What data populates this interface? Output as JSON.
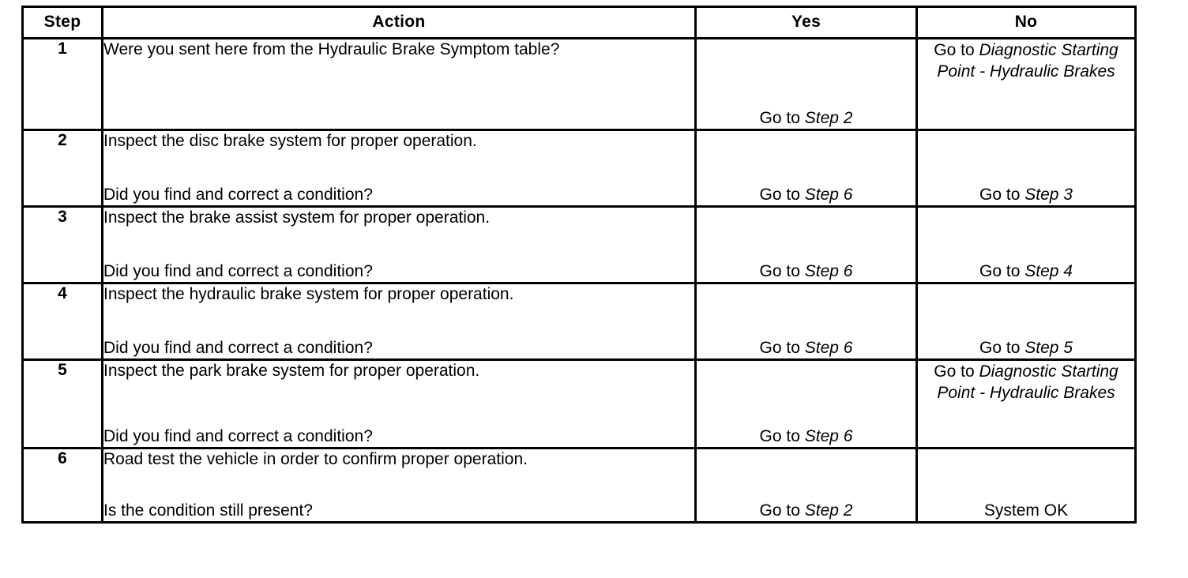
{
  "table": {
    "headers": {
      "step": "Step",
      "action": "Action",
      "yes": "Yes",
      "no": "No"
    },
    "rows": [
      {
        "step": "1",
        "action_line1": "Were you sent here from the Hydraulic Brake Symptom table?",
        "action_line2": "",
        "yes": {
          "prefix": "Go to ",
          "ref": "Step 2",
          "align": "bottom"
        },
        "no": {
          "prefix": "Go to ",
          "ref": "Diagnostic Starting Point - Hydraulic Brakes",
          "align": "top"
        }
      },
      {
        "step": "2",
        "action_line1": "Inspect the disc brake system for proper operation.",
        "action_line2": "Did you find and correct a condition?",
        "yes": {
          "prefix": "Go to ",
          "ref": "Step 6",
          "align": "bottom"
        },
        "no": {
          "prefix": "Go to ",
          "ref": "Step 3",
          "align": "bottom"
        }
      },
      {
        "step": "3",
        "action_line1": "Inspect the brake assist system for proper operation.",
        "action_line2": "Did you find and correct a condition?",
        "yes": {
          "prefix": "Go to ",
          "ref": "Step 6",
          "align": "bottom"
        },
        "no": {
          "prefix": "Go to ",
          "ref": "Step 4",
          "align": "bottom"
        }
      },
      {
        "step": "4",
        "action_line1": "Inspect the hydraulic brake system for proper operation.",
        "action_line2": "Did you find and correct a condition?",
        "yes": {
          "prefix": "Go to ",
          "ref": "Step 6",
          "align": "bottom"
        },
        "no": {
          "prefix": "Go to ",
          "ref": "Step 5",
          "align": "bottom"
        }
      },
      {
        "step": "5",
        "action_line1": "Inspect the park brake system for proper operation.",
        "action_line2": "Did you find and correct a condition?",
        "yes": {
          "prefix": "Go to ",
          "ref": "Step 6",
          "align": "bottom"
        },
        "no": {
          "prefix": "Go to ",
          "ref": "Diagnostic Starting Point - Hydraulic Brakes",
          "align": "top"
        }
      },
      {
        "step": "6",
        "action_line1": "Road test the vehicle in order to confirm proper operation.",
        "action_line2": "Is the condition still present?",
        "yes": {
          "prefix": "Go to ",
          "ref": "Step 2",
          "align": "bottom"
        },
        "no": {
          "prefix": "System OK",
          "ref": "",
          "align": "bottom"
        }
      }
    ]
  },
  "colors": {
    "border": "#000000",
    "text": "#000000",
    "background": "#ffffff"
  }
}
